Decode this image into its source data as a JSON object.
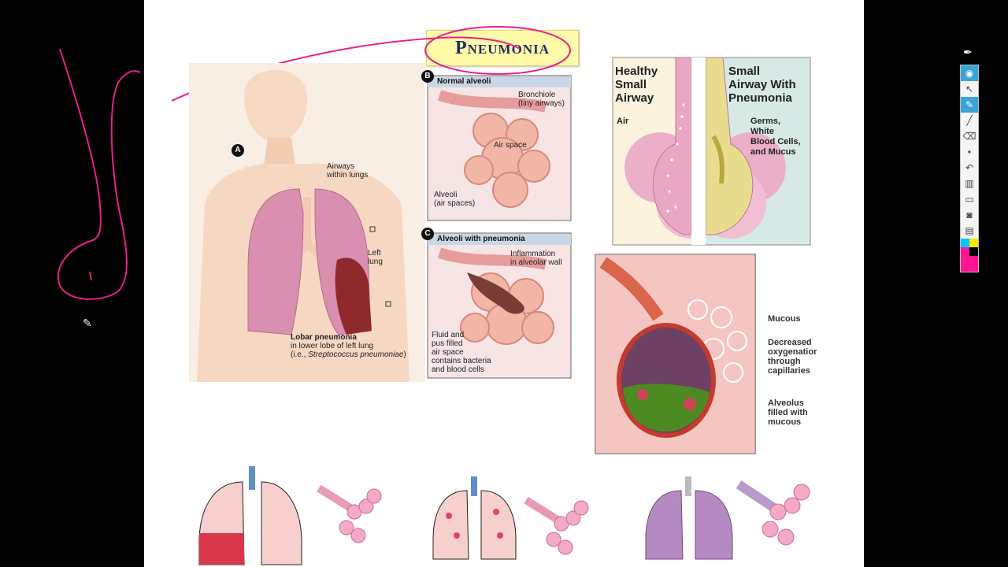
{
  "title": "Pneumonia",
  "panel_a": {
    "badge": "A",
    "airways_label": "Airways\nwithin lungs",
    "left_lung_label": "Left\nlung",
    "lobar_title": "Lobar pneumonia",
    "lobar_sub1": "in lower lobe of left lung",
    "lobar_sub2_prefix": "(i.e., ",
    "lobar_sub2_italic": "Streptococcus pneumoniae",
    "lobar_sub2_suffix": ")"
  },
  "panel_b": {
    "badge": "B",
    "header": "Normal alveoli",
    "bronchiole": "Bronchiole\n(tiny airways)",
    "air_space": "Air space",
    "alveoli": "Alveoli\n(air spaces)"
  },
  "panel_c": {
    "badge": "C",
    "header": "Alveoli with pneumonia",
    "inflammation": "Inflammation\nin alveolar wall",
    "fluid": "Fluid and\npus filled\nair space\ncontains bacteria\nand blood cells"
  },
  "airway_panel": {
    "healthy": "Healthy\nSmall\nAirway",
    "pneumonia": "Small\nAirway With\nPneumonia",
    "air": "Air",
    "germs": "Germs,\nWhite\nBlood Cells,\nand Mucus"
  },
  "mucous_panel": {
    "mucous": "Mucous",
    "decreased": "Decreased\noxygenatior\nthrough\ncapillaries",
    "alveolus": "Alveolus\nfilled with\nmucous"
  },
  "toolbar": {
    "tools": [
      {
        "name": "pen-tool",
        "icon": "✒",
        "active": false
      },
      {
        "name": "eye-tool",
        "icon": "👁",
        "active": true
      },
      {
        "name": "pointer-tool",
        "icon": "↖",
        "active": false
      },
      {
        "name": "highlighter-tool",
        "icon": "✎",
        "active": true
      },
      {
        "name": "line-tool",
        "icon": "╱",
        "active": false
      },
      {
        "name": "eraser-tool",
        "icon": "⌫",
        "active": false
      },
      {
        "name": "dot-tool",
        "icon": "•",
        "active": false
      },
      {
        "name": "undo-tool",
        "icon": "↶",
        "active": false
      },
      {
        "name": "trash-tool",
        "icon": "🗑",
        "active": false
      },
      {
        "name": "whiteboard-tool",
        "icon": "▭",
        "active": false
      },
      {
        "name": "camera-tool",
        "icon": "◉",
        "active": false
      },
      {
        "name": "clipboard-tool",
        "icon": "📋",
        "active": false
      }
    ],
    "colors": [
      "#00c8ff",
      "#ffe600",
      "#ff1493",
      "#000000"
    ]
  }
}
